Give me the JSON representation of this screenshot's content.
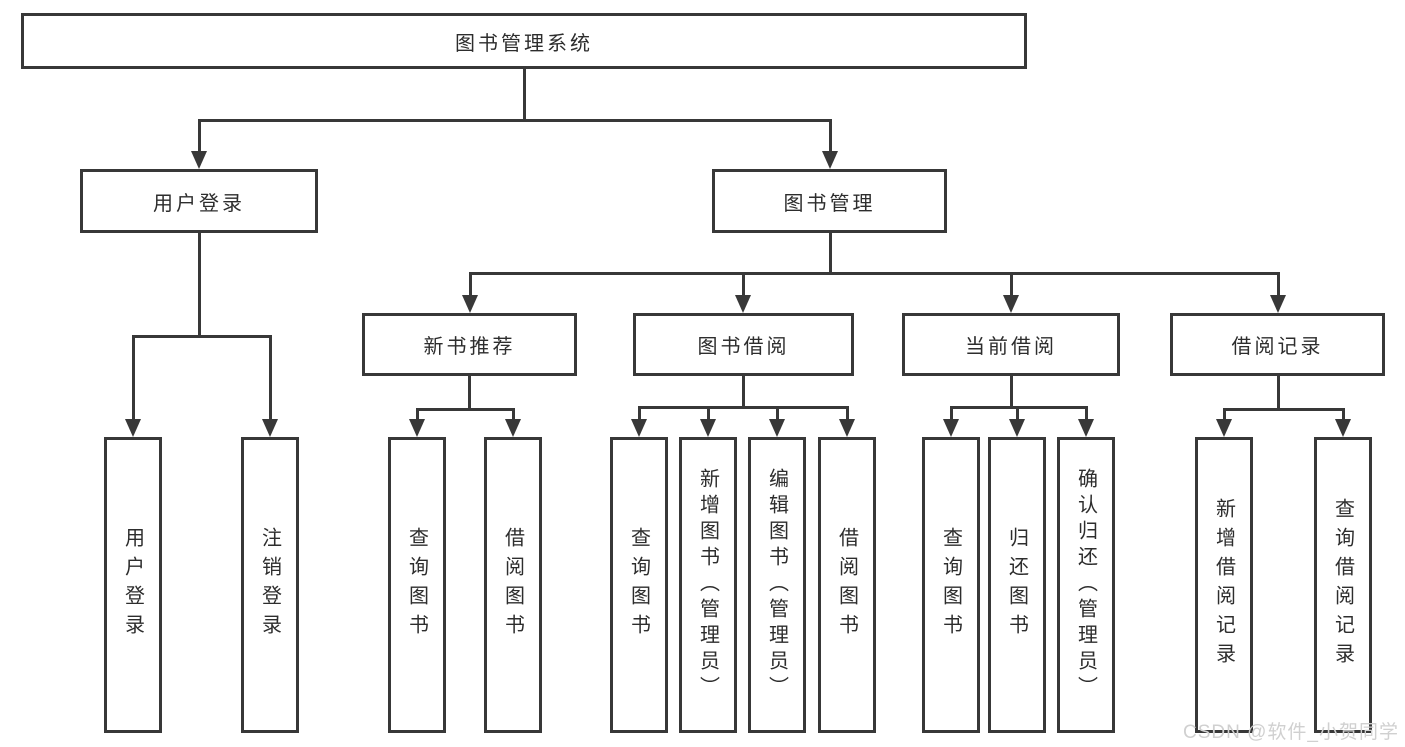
{
  "diagram": {
    "root": {
      "label": "图书管理系统"
    },
    "level2": {
      "user_login": {
        "label": "用户登录"
      },
      "book_management": {
        "label": "图书管理"
      }
    },
    "level3": {
      "new_book_recommend": {
        "label": "新书推荐"
      },
      "book_borrow": {
        "label": "图书借阅"
      },
      "current_borrow": {
        "label": "当前借阅"
      },
      "borrow_record": {
        "label": "借阅记录"
      }
    },
    "leaves": {
      "login_user_login": {
        "label": "用户登录"
      },
      "login_logout": {
        "label": "注销登录"
      },
      "recommend_query_book": {
        "label": "查询图书"
      },
      "recommend_borrow_book": {
        "label": "借阅图书"
      },
      "borrow_query_book": {
        "label": "查询图书"
      },
      "borrow_add_book": {
        "label": "新增图书（管理员）"
      },
      "borrow_edit_book": {
        "label": "编辑图书（管理员）"
      },
      "borrow_borrow_book": {
        "label": "借阅图书"
      },
      "current_query_book": {
        "label": "查询图书"
      },
      "current_return_book": {
        "label": "归还图书"
      },
      "current_confirm_return": {
        "label": "确认归还（管理员）"
      },
      "record_add_record": {
        "label": "新增借阅记录"
      },
      "record_query_record": {
        "label": "查询借阅记录"
      }
    },
    "watermark": "CSDN @软件_小贺同学",
    "colors": {
      "line": "#383838",
      "text": "#2d2d2d",
      "background": "#ffffff",
      "watermark": "#d0d0d0"
    }
  }
}
